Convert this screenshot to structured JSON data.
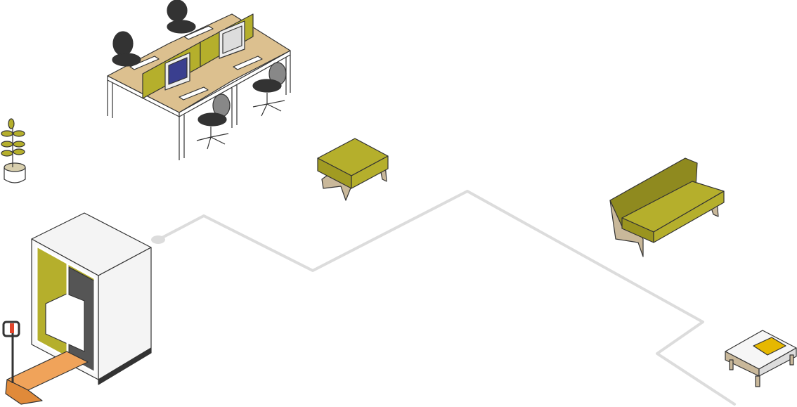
{
  "colors": {
    "path": "#dcdcdc",
    "accent": "#b5af2c",
    "accent_dark": "#8f8a1f",
    "wood": "#dcc08f",
    "beige": "#c9b89a",
    "outline": "#333333",
    "orange": "#f0a35a",
    "red": "#e0452b",
    "booth_white": "#f4f4f4",
    "screen": "#3a3f8f"
  },
  "illustration": {
    "objects": [
      "desks",
      "plant",
      "phone-booth",
      "pallet-jack",
      "ottoman",
      "sofa",
      "coffee-table",
      "route-path"
    ]
  }
}
